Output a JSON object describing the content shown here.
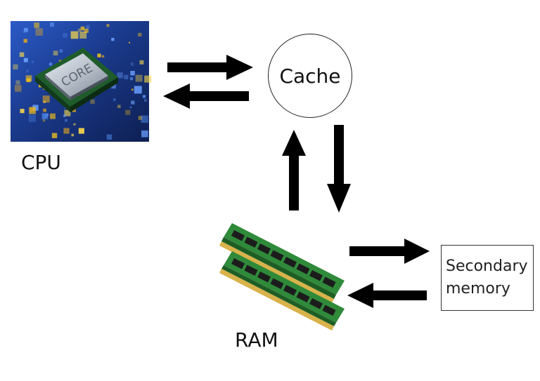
{
  "nodes": {
    "cpu": {
      "label": "CPU",
      "chip_text": "CORE"
    },
    "cache": {
      "label": "Cache"
    },
    "ram": {
      "label": "RAM"
    },
    "secondary": {
      "label": "Secondary\nmemory"
    }
  },
  "colors": {
    "arrow": "#000000",
    "outline": "#222222",
    "pcb_green": "#2f8a3a",
    "chip_black": "#1c1c1c",
    "gold": "#d8b24a",
    "cpu_blue": "#1d3f8f",
    "cpu_yellow": "#f2c21b"
  }
}
